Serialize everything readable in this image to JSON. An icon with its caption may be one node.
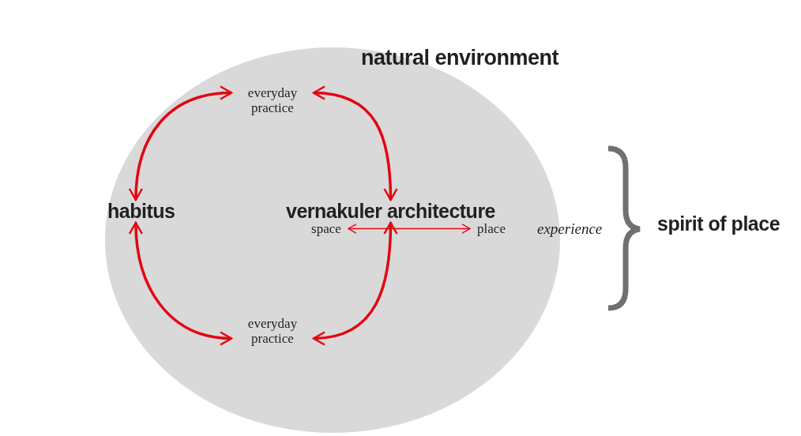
{
  "diagram": {
    "nodes": [
      {
        "text": [
          "natural environment"
        ]
      },
      {
        "text": [
          "everyday practice"
        ],
        "in": 0
      },
      {
        "text": [
          "habitus"
        ],
        "in": 0
      },
      {
        "text": [
          "vernakuler architecture"
        ],
        "in": 0
      },
      {
        "text": [
          "space"
        ],
        "in": 0
      },
      {
        "text": [
          "place"
        ],
        "in": 0
      },
      {
        "text": [
          "everyday practice"
        ],
        "in": 0
      }
    ],
    "edges": [
      {
        "from": 2,
        "to": 1,
        "arrow": "both"
      },
      {
        "from": 1,
        "to": 3,
        "arrow": "both"
      },
      {
        "from": 2,
        "to": 6,
        "arrow": "both"
      },
      {
        "from": 6,
        "to": 3,
        "arrow": "both"
      },
      {
        "from": 4,
        "to": 5,
        "arrow": "both"
      }
    ],
    "labels": [
      "experience",
      "spirit of place"
    ]
  }
}
